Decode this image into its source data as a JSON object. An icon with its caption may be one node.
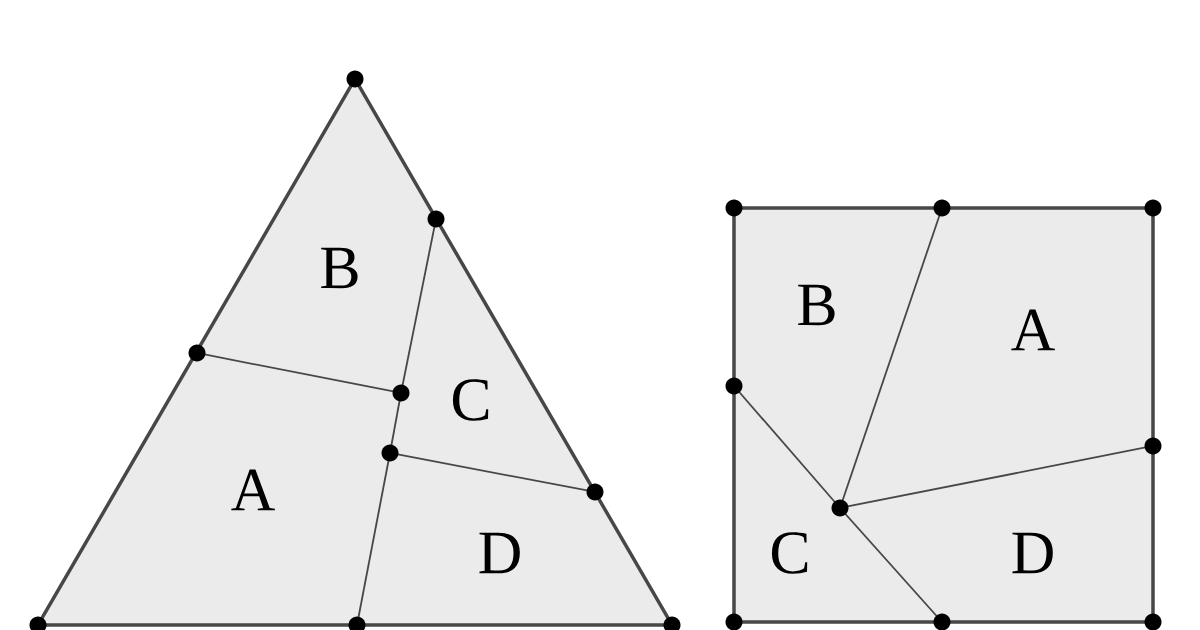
{
  "diagram": {
    "labels": [
      "B",
      "C",
      "A",
      "D",
      "B",
      "A",
      "C",
      "D"
    ]
  }
}
